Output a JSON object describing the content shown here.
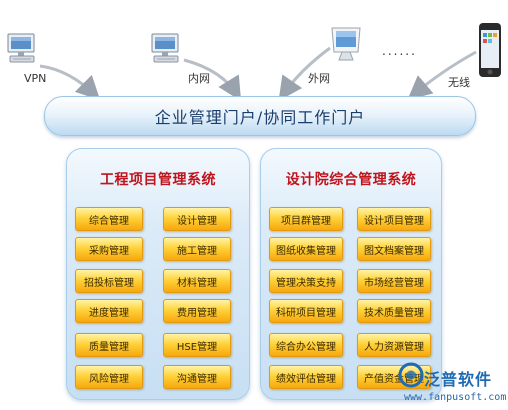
{
  "access": {
    "vpn": "VPN",
    "intranet": "内网",
    "extranet": "外网",
    "dots": "......",
    "wireless": "无线"
  },
  "portal": {
    "title": "企业管理门户/协同工作门户"
  },
  "left_panel": {
    "title": "工程项目管理系统",
    "items": [
      "综合管理",
      "设计管理",
      "采购管理",
      "施工管理",
      "招投标管理",
      "材料管理",
      "进度管理",
      "费用管理",
      "质量管理",
      "HSE管理",
      "风险管理",
      "沟通管理"
    ]
  },
  "right_panel": {
    "title": "设计院综合管理系统",
    "items": [
      "项目群管理",
      "设计项目管理",
      "图纸收集管理",
      "图文档案管理",
      "管理决策支持",
      "市场经营管理",
      "科研项目管理",
      "技术质量管理",
      "综合办公管理",
      "人力资源管理",
      "绩效评估管理",
      "产值资金管理"
    ]
  },
  "watermark": {
    "brand": "泛普软件",
    "url": "www.fanpusoft.com"
  },
  "colors": {
    "title_red": "#c0141d",
    "portal_text": "#1a3d6b",
    "button_orange": "#ffd23a",
    "panel_blue": "#dcebf8"
  }
}
